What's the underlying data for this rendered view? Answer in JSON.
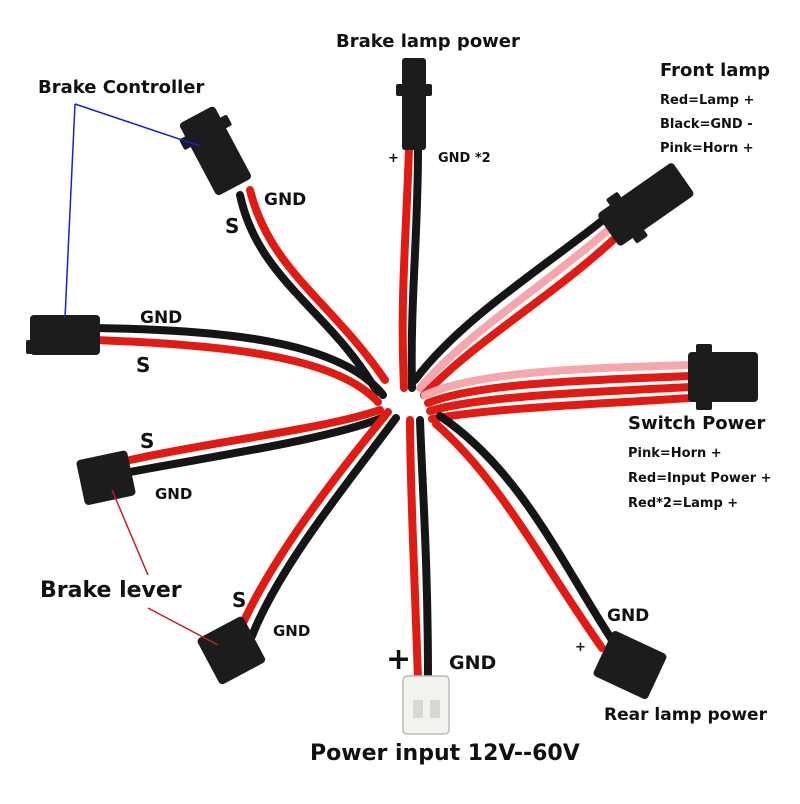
{
  "colors": {
    "red_wire": "#e01b14",
    "black_wire": "#151515",
    "pink_wire": "#f4a7ad",
    "connector": "#1c1c1c",
    "white_connector": "#f2f2ee",
    "pointer_blue": "#1a20c8",
    "pointer_red": "#c0202a"
  },
  "labels": {
    "brake_lamp_power": "Brake lamp power",
    "brake_lamp_plus": "+",
    "brake_lamp_gnd": "GND *2",
    "brake_controller": "Brake Controller",
    "bc_top_s": "S",
    "bc_top_gnd": "GND",
    "bc_left_gnd": "GND",
    "bc_left_s": "S",
    "front_lamp": "Front lamp",
    "front_red": "Red=Lamp +",
    "front_black": "Black=GND -",
    "front_pink": "Pink=Horn +",
    "switch_power": "Switch Power",
    "switch_pink": "Pink=Horn +",
    "switch_red": "Red=Input Power +",
    "switch_red2": "Red*2=Lamp +",
    "lever_top_s": "S",
    "lever_top_gnd": "GND",
    "brake_lever": "Brake lever",
    "lever_bottom_s": "S",
    "lever_bottom_gnd": "GND",
    "rear_gnd": "GND",
    "rear_plus": "+",
    "rear_lamp_power": "Rear lamp power",
    "power_plus": "+",
    "power_gnd": "GND",
    "power_input": "Power input 12V--60V"
  }
}
